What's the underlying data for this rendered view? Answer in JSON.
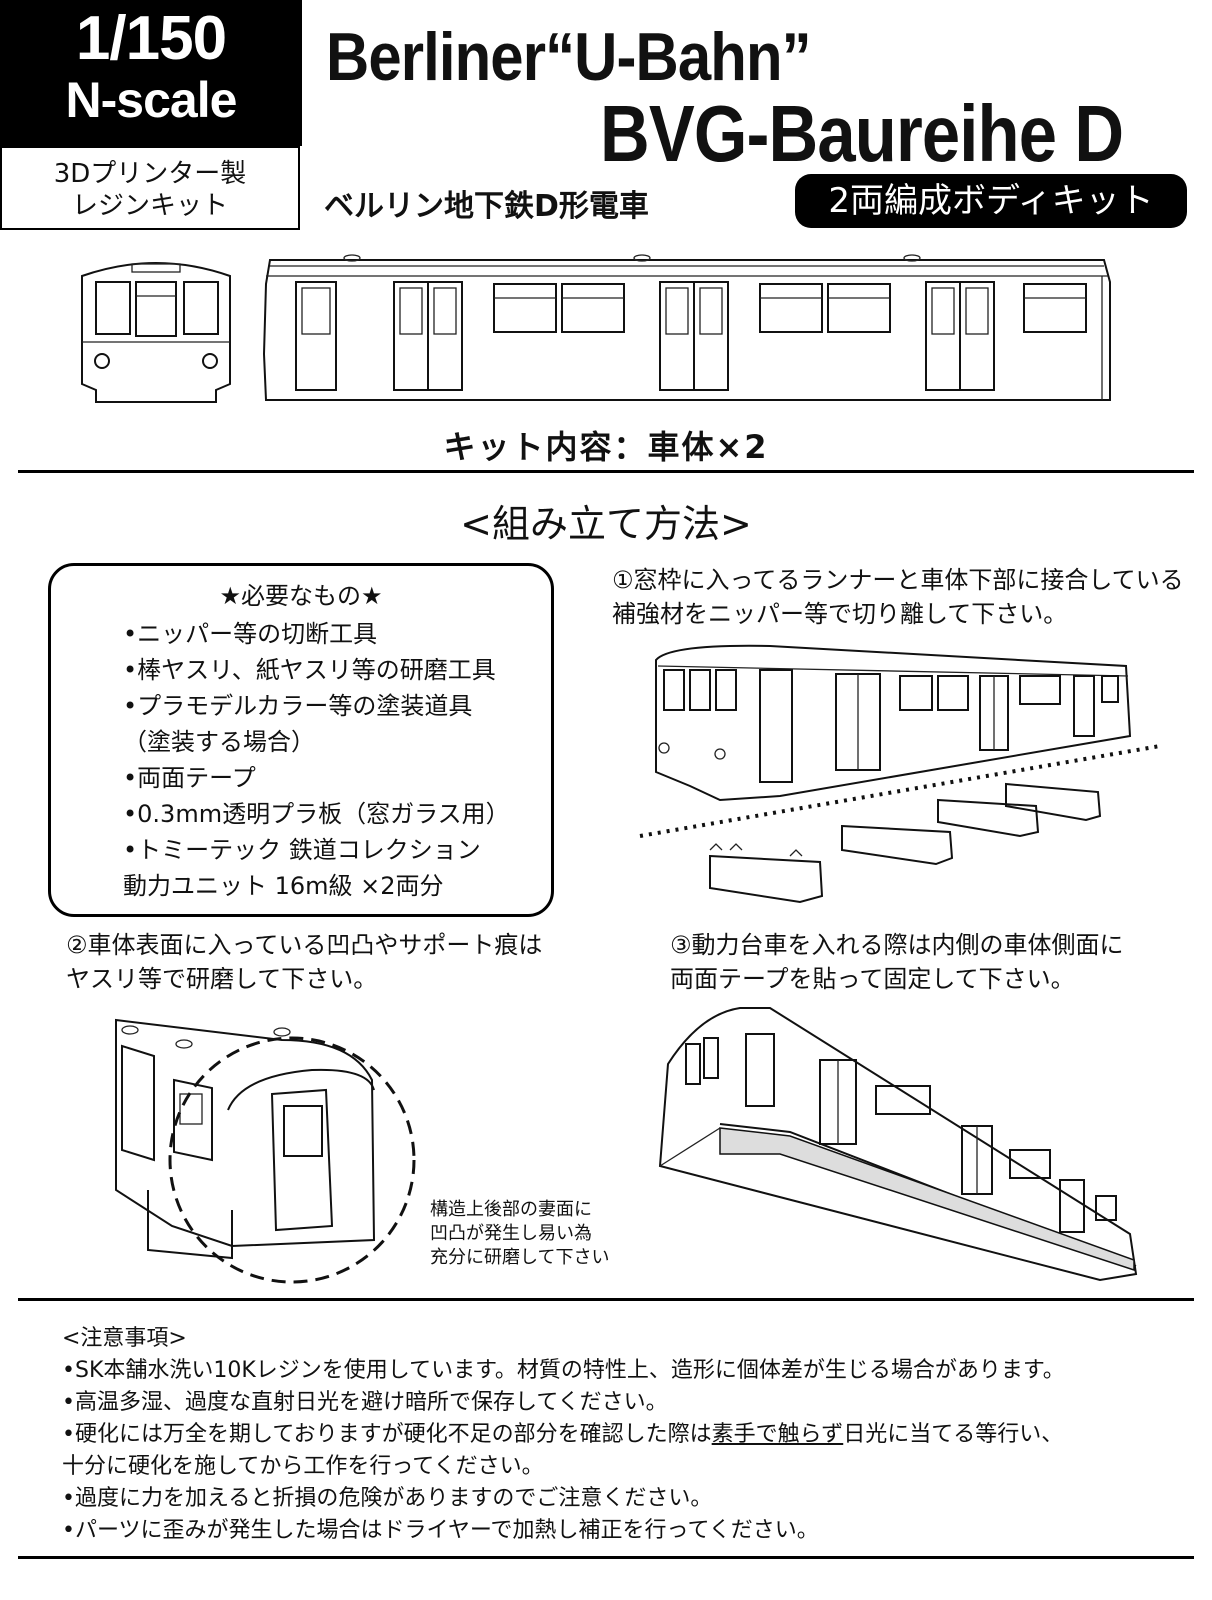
{
  "header": {
    "scale_line1": "1/150",
    "scale_line2": "N-scale",
    "kit_type_line1": "3Dプリンター製",
    "kit_type_line2": "レジンキット",
    "title_line1": "Berliner“U-Bahn”",
    "title_line2": "BVG-Baureihe D",
    "subtitle_jp": "ベルリン地下鉄D形電車",
    "badge": "2両編成ボディキット"
  },
  "kit_contents": "キット内容：車体×2",
  "assembly": {
    "title": "<組み立て方法>",
    "required": {
      "title": "★必要なもの★",
      "items": [
        "•ニッパー等の切断工具",
        "•棒ヤスリ、紙ヤスリ等の研磨工具",
        "•プラモデルカラー等の塗装道具",
        "（塗装する場合）",
        "•両面テープ",
        "•0.3mm透明プラ板（窓ガラス用）",
        "•トミーテック 鉄道コレクション",
        "動力ユニット 16m級 ×2両分"
      ]
    },
    "step1": {
      "line1": "①窓枠に入ってるランナーと車体下部に接合している",
      "line2": "補強材をニッパー等で切り離して下さい。"
    },
    "step2": {
      "line1": "②車体表面に入っている凹凸やサポート痕は",
      "line2": "ヤスリ等で研磨して下さい。",
      "caption_line1": "構造上後部の妻面に",
      "caption_line2": "凹凸が発生し易い為",
      "caption_line3": "充分に研磨して下さい"
    },
    "step3": {
      "line1": "③動力台車を入れる際は内側の車体側面に",
      "line2": "両面テープを貼って固定して下さい。"
    }
  },
  "notes": {
    "title": "<注意事項>",
    "items": [
      "•SK本舗水洗い10Kレジンを使用しています。材質の特性上、造形に個体差が生じる場合があります。",
      "•高温多湿、過度な直射日光を避け暗所で保存してください。",
      "•硬化には万全を期しておりますが硬化不足の部分を確認した際は",
      "素手で触らず",
      "日光に当てる等行い、",
      "十分に硬化を施してから工作を行ってください。",
      "•過度に力を加えると折損の危険がありますのでご注意ください。",
      "•パーツに歪みが発生した場合はドライヤーで加熱し補正を行ってください。"
    ]
  }
}
